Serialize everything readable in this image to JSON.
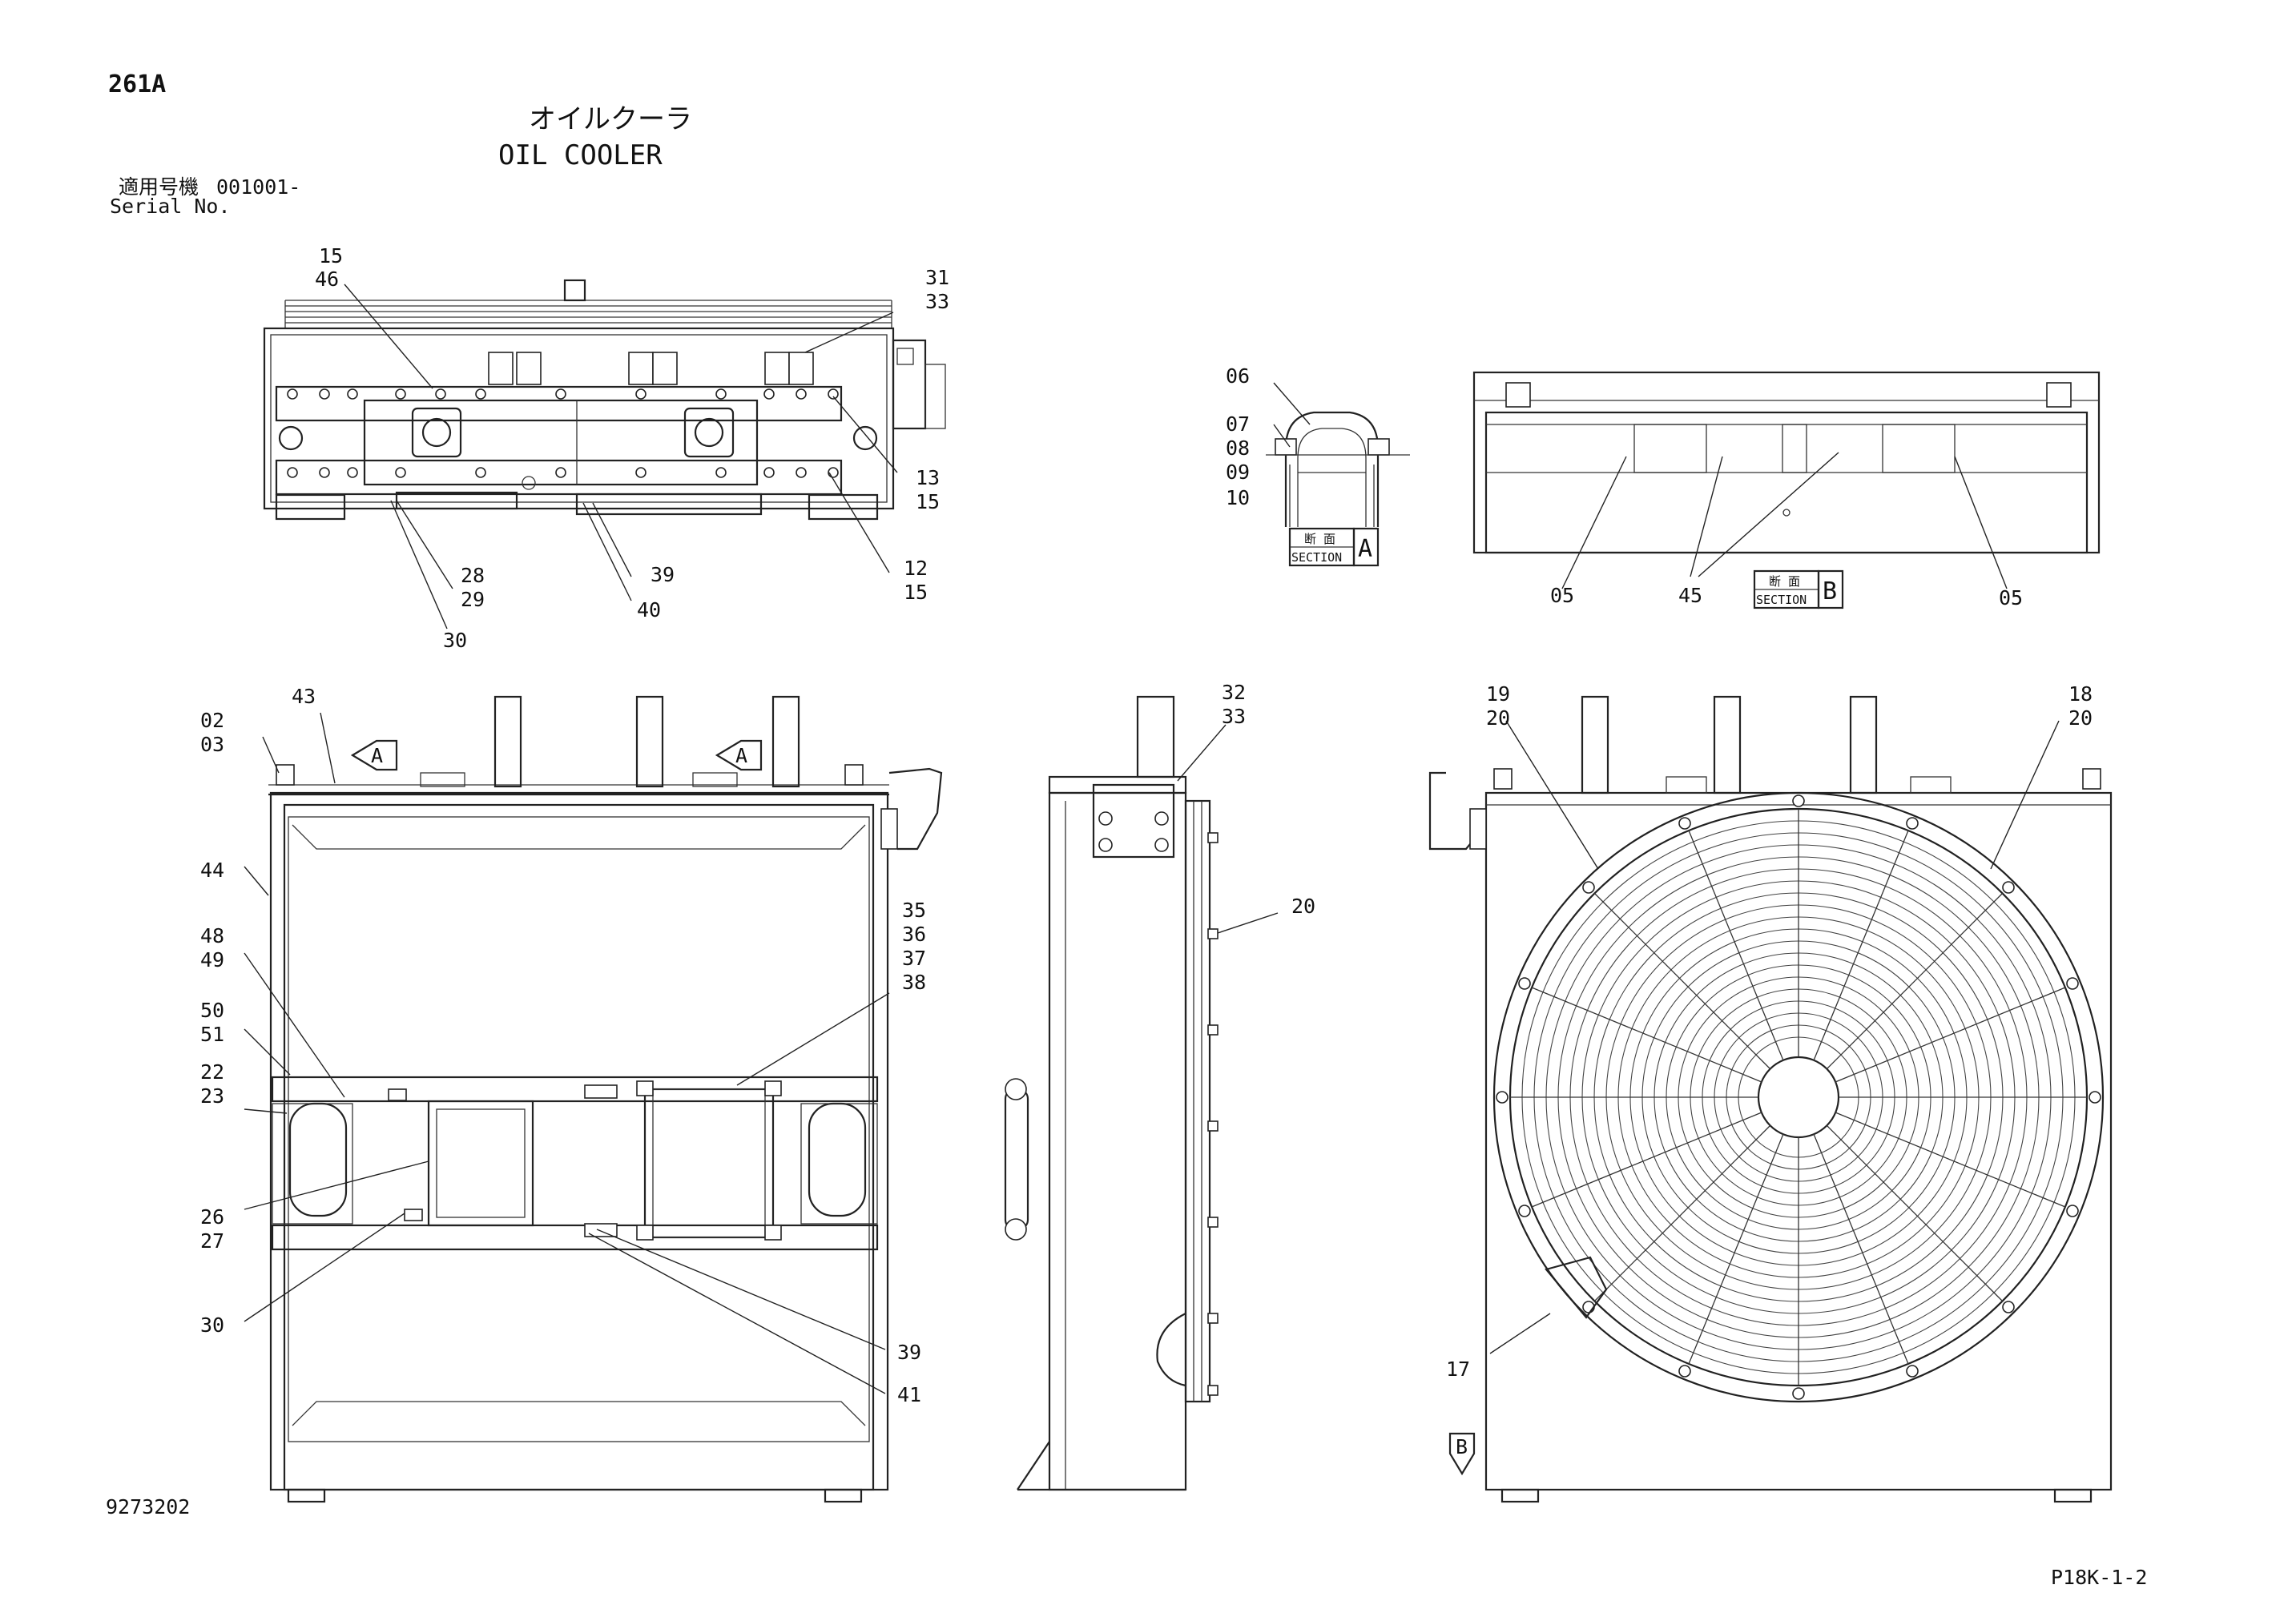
{
  "header": {
    "code": "261A",
    "title_jp": "オイルクーラ",
    "title_en": "OIL COOLER",
    "applicable_jp": "適用号機",
    "serial_range": "001001-",
    "serial_label": "Serial No."
  },
  "footer": {
    "drawing_no": "9273202",
    "page_ref": "P18K-1-2"
  },
  "section_tags": {
    "jp": "断 面",
    "en": "SECTION",
    "a": "A",
    "b": "B"
  },
  "view_arrows": {
    "a_left": "A",
    "a_right": "A",
    "b_bottom": "B"
  },
  "part_labels": {
    "top_15": "15",
    "top_46": "46",
    "top_31": "31",
    "top_33": "33",
    "top_13": "13",
    "top_15b": "15",
    "top_12": "12",
    "top_15c": "15",
    "top_28": "28",
    "top_29": "29",
    "top_30": "30",
    "top_39": "39",
    "top_40": "40",
    "sa_06": "06",
    "sa_07": "07",
    "sa_08": "08",
    "sa_09": "09",
    "sa_10": "10",
    "sb_05a": "05",
    "sb_45": "45",
    "sb_05b": "05",
    "fr_02": "02",
    "fr_03": "03",
    "fr_43": "43",
    "fr_44": "44",
    "fr_48": "48",
    "fr_49": "49",
    "fr_50": "50",
    "fr_51": "51",
    "fr_22": "22",
    "fr_23": "23",
    "fr_26": "26",
    "fr_27": "27",
    "fr_30": "30",
    "fr_35": "35",
    "fr_36": "36",
    "fr_37": "37",
    "fr_38": "38",
    "fr_39": "39",
    "fr_41": "41",
    "sd_32": "32",
    "sd_33": "33",
    "sd_20": "20",
    "rr_19": "19",
    "rr_20a": "20",
    "rr_18": "18",
    "rr_20b": "20",
    "rr_17": "17"
  }
}
